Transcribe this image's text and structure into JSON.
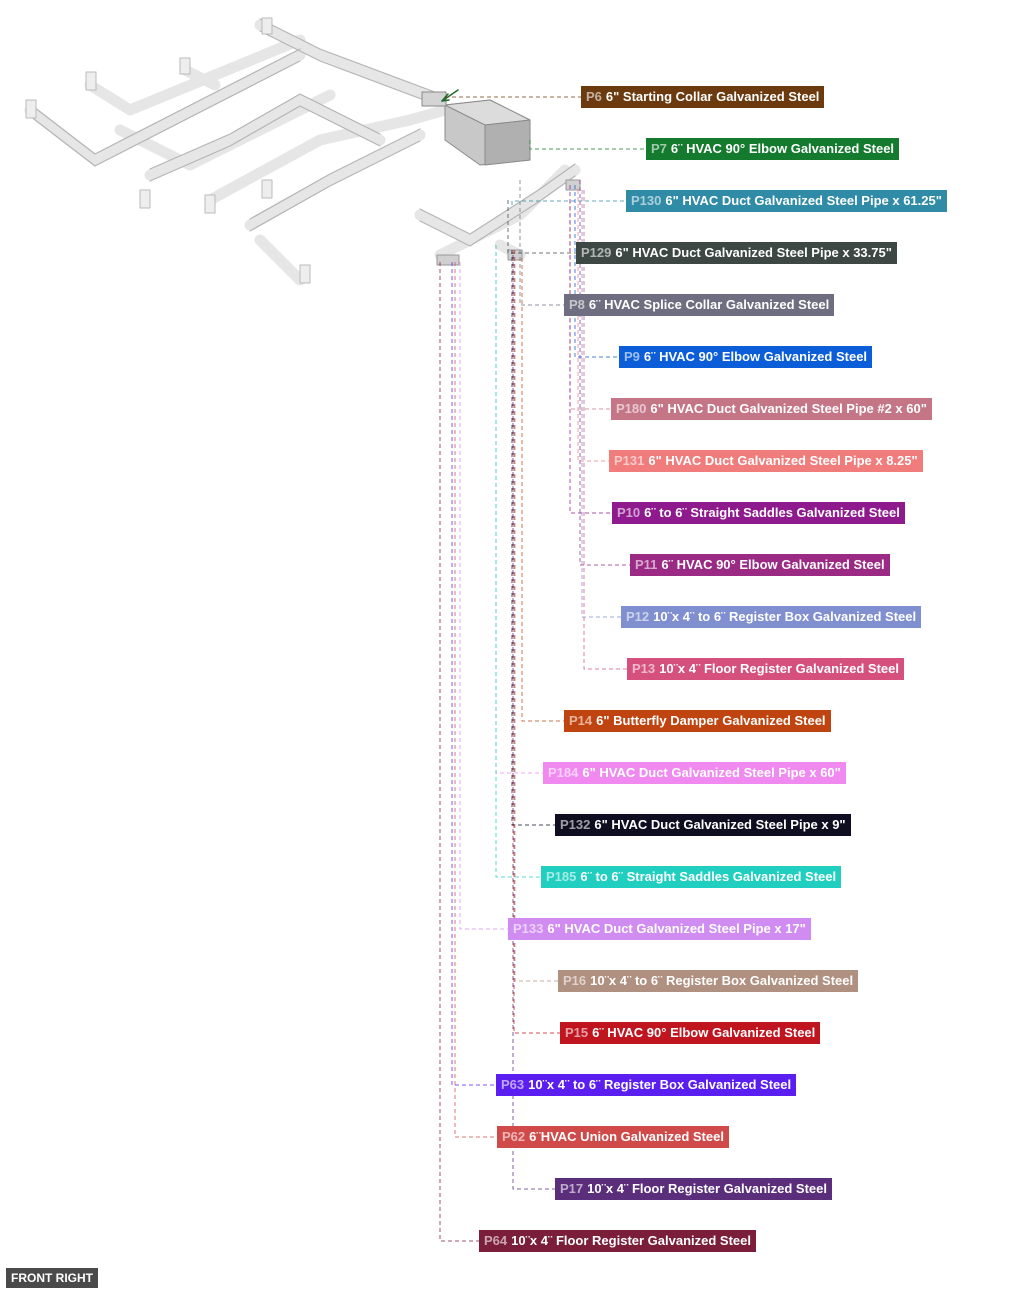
{
  "view_label": "FRONT RIGHT",
  "parts": [
    {
      "id": "P6",
      "text": "6\" Starting Collar Galvanized Steel",
      "color": "#6b3a0e"
    },
    {
      "id": "P7",
      "text": "6¨ HVAC 90° Elbow Galvanized Steel",
      "color": "#137a2e"
    },
    {
      "id": "P130",
      "text": "6\" HVAC Duct Galvanized Steel Pipe x 61.25\"",
      "color": "#2f8ba6"
    },
    {
      "id": "P129",
      "text": "6\" HVAC Duct Galvanized Steel Pipe x 33.75\"",
      "color": "#3d4744"
    },
    {
      "id": "P8",
      "text": "6¨ HVAC Splice Collar Galvanized Steel",
      "color": "#6e6e80"
    },
    {
      "id": "P9",
      "text": "6¨ HVAC 90° Elbow Galvanized Steel",
      "color": "#0b5ed7"
    },
    {
      "id": "P180",
      "text": "6\" HVAC Duct Galvanized Steel Pipe #2 x 60\"",
      "color": "#c47687"
    },
    {
      "id": "P131",
      "text": "6\" HVAC Duct Galvanized Steel Pipe x 8.25\"",
      "color": "#f07c7c"
    },
    {
      "id": "P10",
      "text": "6¨ to 6¨ Straight Saddles Galvanized Steel",
      "color": "#8e1a8e"
    },
    {
      "id": "P11",
      "text": "6¨ HVAC 90° Elbow Galvanized Steel",
      "color": "#9a2a84"
    },
    {
      "id": "P12",
      "text": "10¨x 4¨ to 6¨ Register Box Galvanized Steel",
      "color": "#7f8fd0"
    },
    {
      "id": "P13",
      "text": "10¨x 4¨ Floor Register Galvanized Steel",
      "color": "#d6507e"
    },
    {
      "id": "P14",
      "text": "6\" Butterfly Damper Galvanized Steel",
      "color": "#c0440f"
    },
    {
      "id": "P184",
      "text": "6\" HVAC Duct Galvanized Steel Pipe x 60\"",
      "color": "#f08af0"
    },
    {
      "id": "P132",
      "text": "6\" HVAC Duct Galvanized Steel Pipe x 9\"",
      "color": "#0e0e20"
    },
    {
      "id": "P185",
      "text": "6¨ to 6¨ Straight Saddles Galvanized Steel",
      "color": "#20cfbf"
    },
    {
      "id": "P133",
      "text": "6\" HVAC Duct Galvanized Steel Pipe x 17\"",
      "color": "#d08cf0"
    },
    {
      "id": "P16",
      "text": "10¨x 4¨ to 6¨ Register Box Galvanized Steel",
      "color": "#b09080"
    },
    {
      "id": "P15",
      "text": "6¨ HVAC 90° Elbow Galvanized Steel",
      "color": "#c0141e"
    },
    {
      "id": "P63",
      "text": "10¨x 4¨ to 6¨ Register Box Galvanized Steel",
      "color": "#5a1ef0"
    },
    {
      "id": "P62",
      "text": "6¨HVAC Union Galvanized Steel",
      "color": "#d04a4a"
    },
    {
      "id": "P17",
      "text": "10¨x 4¨ Floor Register Galvanized Steel",
      "color": "#5a2e7a"
    },
    {
      "id": "P64",
      "text": "10¨x 4¨ Floor Register Galvanized Steel",
      "color": "#7a1e3a"
    }
  ]
}
